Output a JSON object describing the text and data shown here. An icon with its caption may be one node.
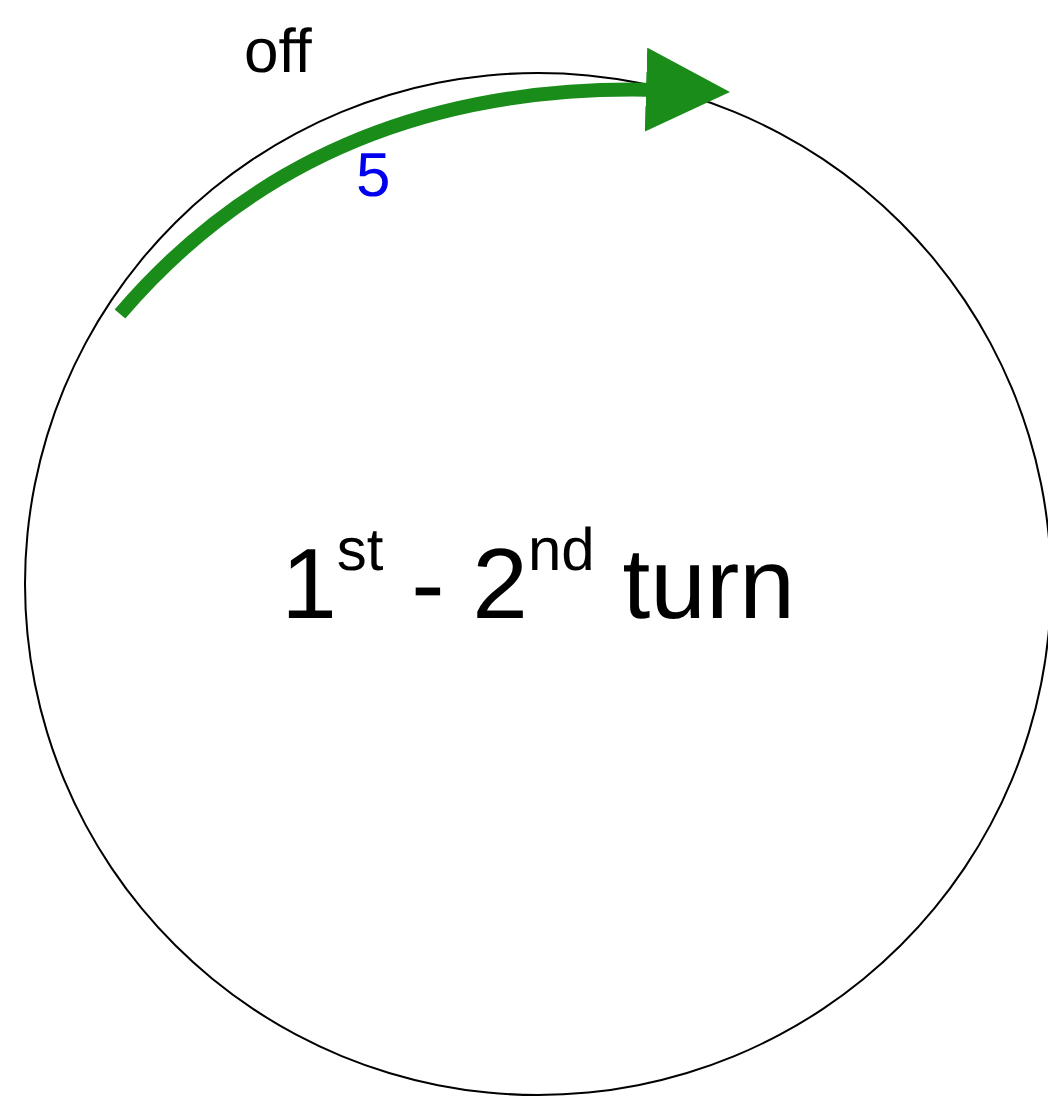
{
  "diagram": {
    "nodes": [
      {
        "text": [
          "1$^{st}$ - 2$^{nd}$ turn"
        ]
      }
    ],
    "labels": [
      "off",
      "5"
    ]
  }
}
